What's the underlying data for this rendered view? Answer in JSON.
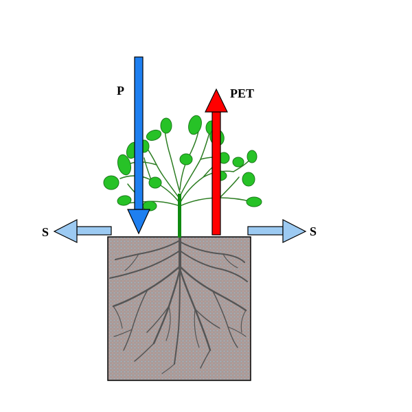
{
  "labels": {
    "precipitation": "P",
    "evapotranspiration": "PET",
    "runoff_left": "S",
    "runoff_right": "S"
  },
  "colors": {
    "precipitation_arrow": "#1e7ff0",
    "evapotranspiration_arrow": "#ff0000",
    "runoff_arrow": "#9ccaf2",
    "soil": "#a89e9c",
    "stem": "#0f8a10",
    "branch": "#2c7d22",
    "leaf": "#27c227",
    "root": "#5a5a5a"
  }
}
